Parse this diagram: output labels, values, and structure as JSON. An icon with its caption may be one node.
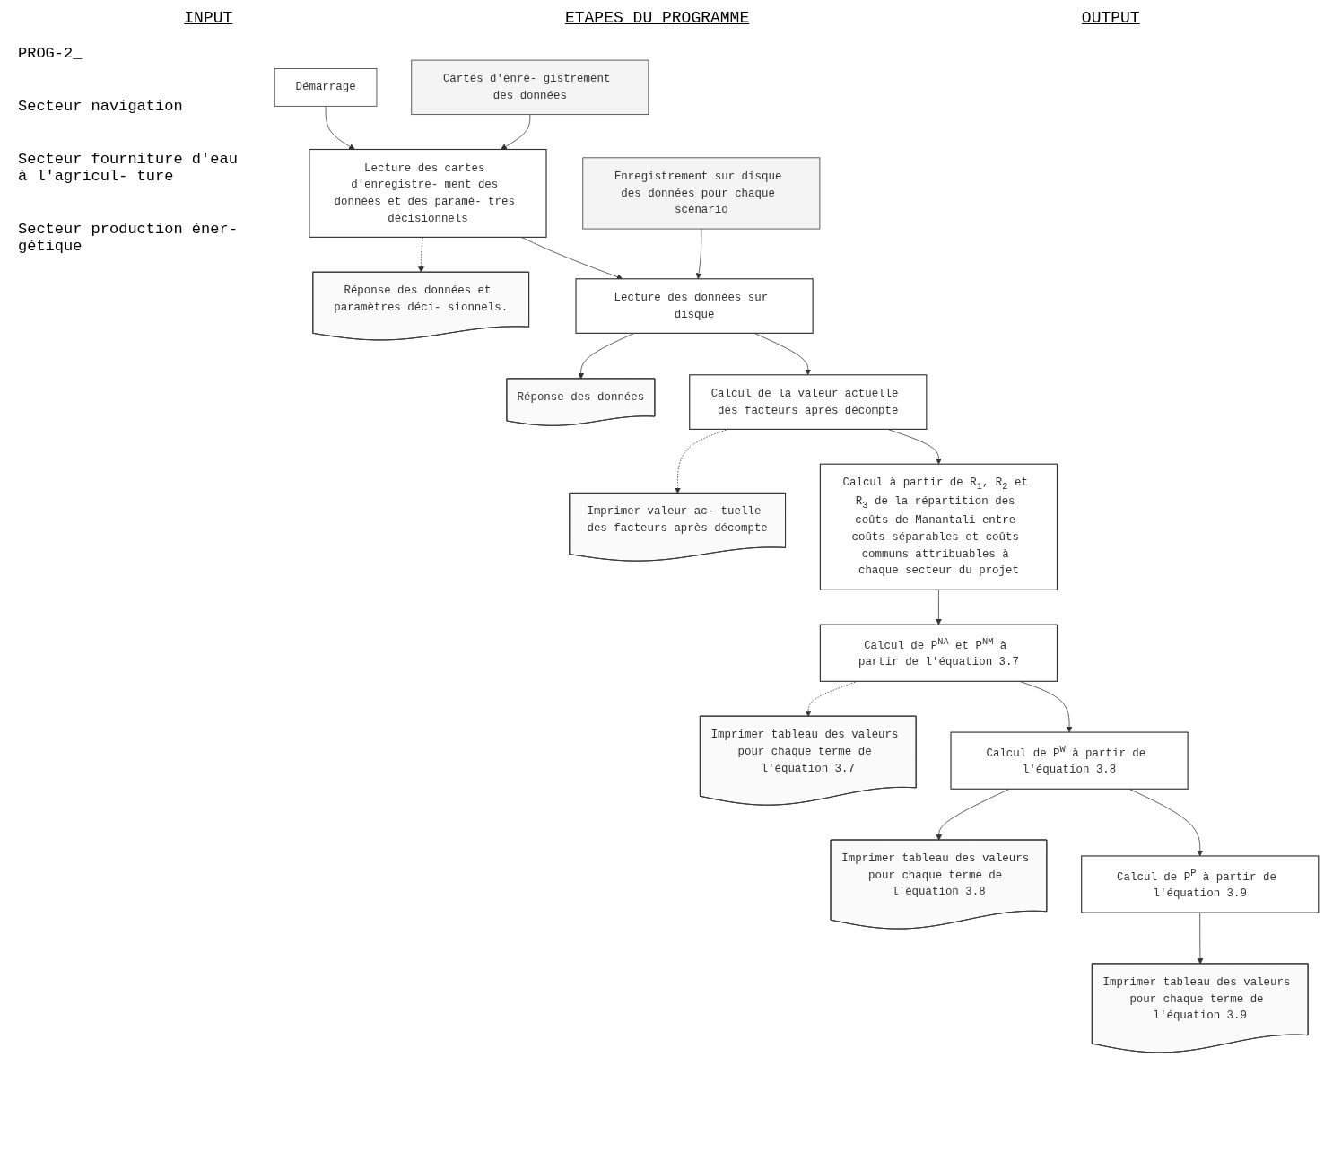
{
  "diagram": {
    "nodes": [
      {
        "text": [
          "Démarrage"
        ]
      },
      {
        "text": [
          "Cartes d'enre- gistrement des données"
        ]
      },
      {
        "text": [
          "Lecture des cartes d'enregistre- ment des données et des paramè- tres décisionnels"
        ]
      },
      {
        "text": [
          "Réponse des données et paramètres déci- sionnels."
        ]
      },
      {
        "text": [
          "Enregistrement sur disque des données pour chaque scénario"
        ]
      },
      {
        "text": [
          "Lecture des données sur disque"
        ]
      },
      {
        "text": [
          "Réponse des données"
        ]
      },
      {
        "text": [
          "Calcul de la valeur actuelle des facteurs après décompte"
        ]
      },
      {
        "text": [
          "Imprimer valeur ac- tuelle des facteurs après décompte"
        ]
      },
      {
        "text": [
          "Calcul à partir de R$_{1}$, R$_{2}$ et R$_{3}$ de la répartition des coûts de Manantali entre coûts séparables et coûts communs attribuables à chaque secteur du projet"
        ]
      },
      {
        "text": [
          "Calcul de P$^{NA}$ et P$^{NM}$ à partir de l'équation 3.7"
        ]
      },
      {
        "text": [
          "Imprimer tableau des valeurs pour chaque terme de l'équation 3.7"
        ]
      },
      {
        "text": [
          "Calcul de P$^{W}$ à partir de l'équation 3.8"
        ]
      },
      {
        "text": [
          "Imprimer tableau des valeurs pour chaque terme de l'équation 3.8"
        ]
      },
      {
        "text": [
          "Calcul de P$^{P}$ à partir de l'équation 3.9"
        ]
      },
      {
        "text": [
          "Imprimer tableau des valeurs pour chaque terme de l'équation 3.9"
        ]
      }
    ],
    "edges": [
      {
        "from": 0,
        "to": 2,
        "arrow": "to"
      },
      {
        "from": 1,
        "to": 2,
        "arrow": "to"
      },
      {
        "from": 2,
        "to": 3,
        "arrow": "to",
        "style": "dashed"
      },
      {
        "from": 2,
        "to": 5,
        "arrow": "to"
      },
      {
        "from": 4,
        "to": 5,
        "arrow": "to"
      },
      {
        "from": 5,
        "to": 6,
        "arrow": "to"
      },
      {
        "from": 5,
        "to": 7,
        "arrow": "to"
      },
      {
        "from": 7,
        "to": 8,
        "arrow": "to",
        "style": "dashed"
      },
      {
        "from": 7,
        "to": 9,
        "arrow": "to"
      },
      {
        "from": 9,
        "to": 10,
        "arrow": "to"
      },
      {
        "from": 10,
        "to": 11,
        "arrow": "to",
        "style": "dashed"
      },
      {
        "from": 10,
        "to": 12,
        "arrow": "to"
      },
      {
        "from": 12,
        "to": 13,
        "arrow": "to"
      },
      {
        "from": 12,
        "to": 14,
        "arrow": "to"
      },
      {
        "from": 14,
        "to": 15,
        "arrow": "to"
      }
    ],
    "labels": [
      "INPUT",
      "ETAPES DU PROGRAMME",
      "OUTPUT",
      "PROG-2_",
      "Secteur navigation",
      "Secteur fourniture d'eau à l'agricul- ture",
      "Secteur production éner- gétique"
    ]
  }
}
